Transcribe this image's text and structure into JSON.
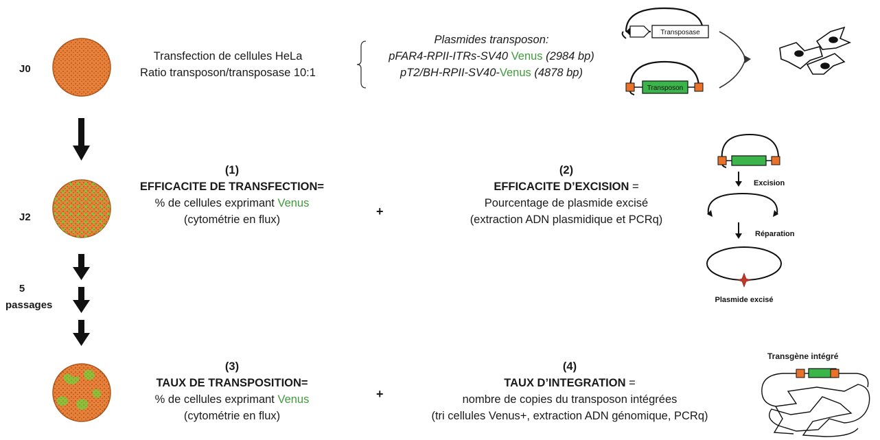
{
  "colors": {
    "cell_orange": "#e8803a",
    "venus_green": "#8fbf3a",
    "text_green": "#3f9b3a",
    "transposon_green": "#3bb54a",
    "itr_orange": "#e8722a",
    "excision_red": "#c0392b"
  },
  "steps": {
    "j0": "J0",
    "j2": "J2",
    "passages_count": "5",
    "passages_label": "passages"
  },
  "transfection": {
    "line1": "Transfection de cellules HeLa",
    "line2": "Ratio transposon/transposase 10:1"
  },
  "plasmids": {
    "title": "Plasmides transposon:",
    "p1_prefix": "pFAR4-RPII-ITRs-SV40 ",
    "p1_venus": "Venus",
    "p1_size": " (2984 bp)",
    "p2_prefix": "pT2/BH-RPII-SV40-",
    "p2_venus": "Venus",
    "p2_size": " (4878 bp)",
    "transposase_label": "Transposase",
    "transposon_label": "Transposon"
  },
  "measure1": {
    "num": "(1)",
    "title": "EFFICACITE DE TRANSFECTION=",
    "line_prefix": "% de cellules exprimant ",
    "line_venus": "Venus",
    "line3": "(cytométrie en flux)"
  },
  "measure2": {
    "num": "(2)",
    "title": "EFFICACITE D’EXCISION",
    "title_suffix": " =",
    "line2": "Pourcentage de plasmide excisé",
    "line3": "(extraction ADN plasmidique et PCRq)"
  },
  "measure3": {
    "num": "(3)",
    "title": "TAUX DE TRANSPOSITION=",
    "line_prefix": "% de cellules exprimant ",
    "line_venus": "Venus",
    "line3": "(cytométrie en flux)"
  },
  "measure4": {
    "num": "(4)",
    "title": "TAUX D’INTEGRATION",
    "title_suffix": " =",
    "line2": "nombre de copies du transposon intégrées",
    "line3": "(tri cellules Venus+, extraction ADN génomique, PCRq)"
  },
  "plus": "+",
  "excision_diagram": {
    "excision": "Excision",
    "reparation": "Réparation",
    "excised": "Plasmide excisé"
  },
  "integrated": {
    "label": "Transgène intégré"
  }
}
